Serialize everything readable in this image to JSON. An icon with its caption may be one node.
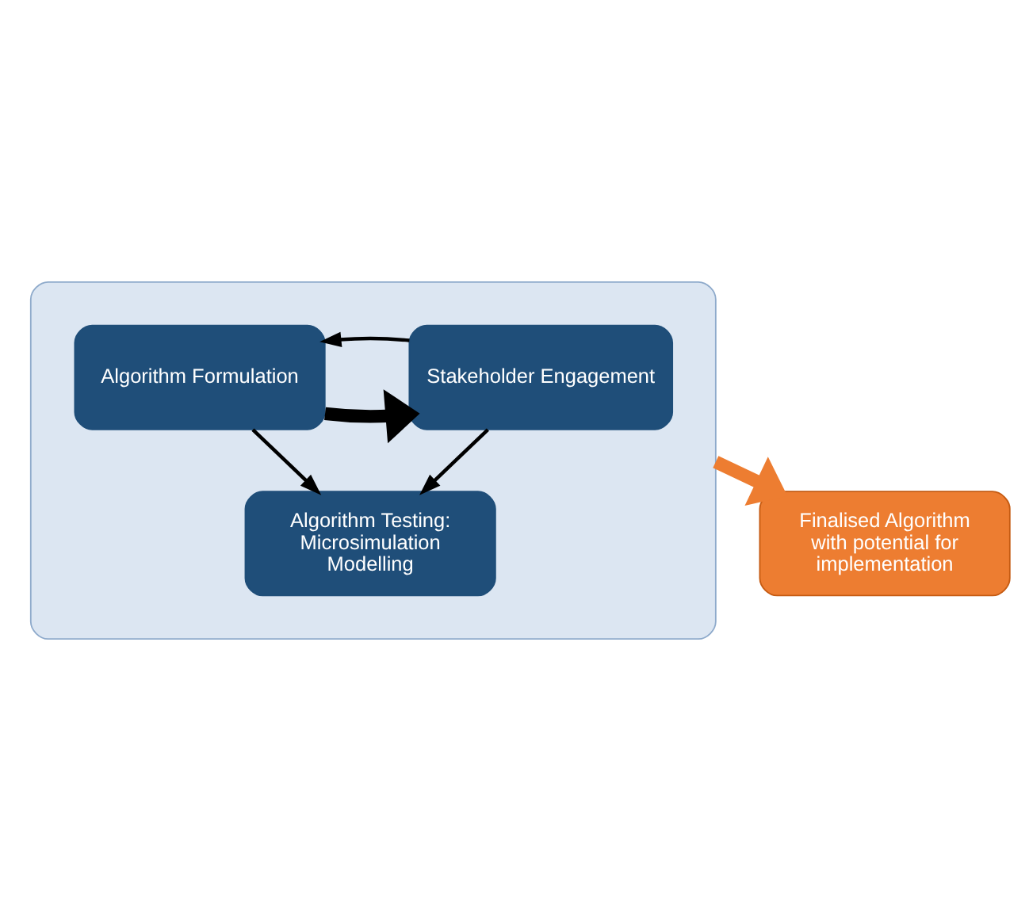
{
  "diagram": {
    "nodes": [
      {
        "text": [],
        "shape": "box"
      },
      {
        "text": [
          "Algorithm Formulation"
        ],
        "in": 0
      },
      {
        "text": [
          "Algorithm Testing: Microsimulation Modelling"
        ],
        "in": 0
      },
      {
        "text": [
          "Stakeholder Engagement"
        ],
        "in": 0
      },
      {
        "text": [
          "Finalised Algorithm with potential for implementation"
        ]
      }
    ],
    "edges": [
      {
        "from": 1,
        "to": 2,
        "arrow": "to"
      },
      {
        "from": 1,
        "to": 3,
        "arrow": "to",
        "style": "thick"
      },
      {
        "from": 3,
        "to": 1,
        "arrow": "to"
      },
      {
        "from": 3,
        "to": 2,
        "arrow": "to"
      },
      {
        "from": 0,
        "to": 4,
        "arrow": "to",
        "style": "thick",
        "color": "#ed7d31"
      }
    ]
  }
}
